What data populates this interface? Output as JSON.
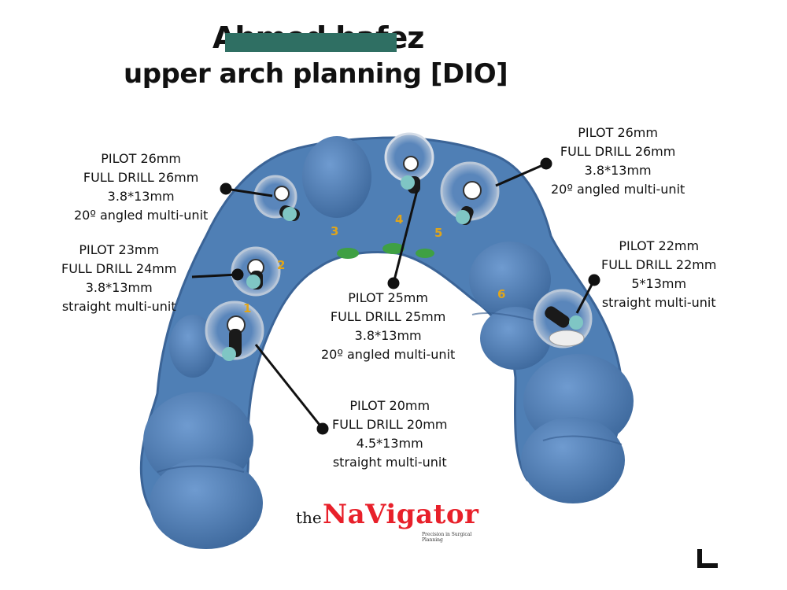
{
  "title": {
    "name": "Ahmed hafez",
    "main": "upper arch planning [DIO]"
  },
  "annotations": [
    {
      "lines": [
        "PILOT 26mm",
        "FULL DRILL 26mm",
        "3.8*13mm",
        "20º angled multi-unit"
      ]
    },
    {
      "lines": [
        "PILOT 23mm",
        "FULL DRILL 24mm",
        "3.8*13mm",
        "straight multi-unit"
      ]
    },
    {
      "lines": [
        "PILOT 20mm",
        "FULL DRILL 20mm",
        "4.5*13mm",
        "straight multi-unit"
      ]
    },
    {
      "lines": [
        "PILOT 25mm",
        "FULL DRILL 25mm",
        "3.8*13mm",
        "20º angled multi-unit"
      ]
    },
    {
      "lines": [
        "PILOT 26mm",
        "FULL DRILL 26mm",
        "3.8*13mm",
        "20º angled multi-unit"
      ]
    },
    {
      "lines": [
        "PILOT 22mm",
        "FULL DRILL 22mm",
        "5*13mm",
        "straight multi-unit"
      ]
    }
  ],
  "implant_numbers": [
    "1",
    "2",
    "3",
    "4",
    "5",
    "6"
  ],
  "logo": {
    "prefix": "the",
    "name": "NaVigator",
    "tagline": "Precision in Surgical Planning"
  },
  "corner_mark": "L",
  "colors": {
    "model": "#4f7fb5",
    "model_shadow": "#3b6497",
    "implant": "#7fc6c4",
    "number": "#e0a51a",
    "logo": "#e8202a",
    "strike": "#2f6f63"
  }
}
